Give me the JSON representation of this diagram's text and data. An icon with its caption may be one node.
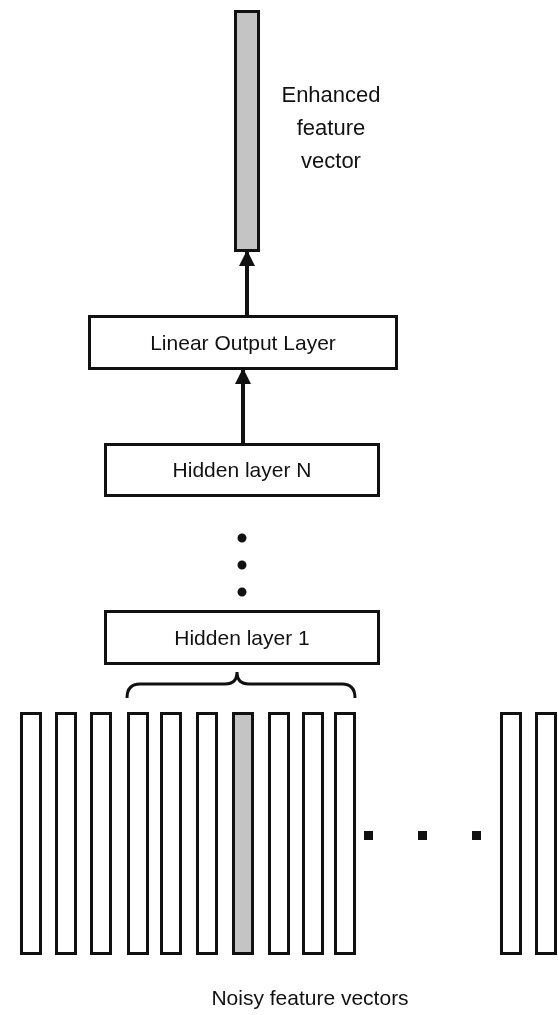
{
  "diagram": {
    "nodes": [
      {
        "text": [],
        "shape": "bar",
        "beside": [
          "Enhanced feature vector"
        ]
      },
      {
        "text": [
          "Linear Output Layer"
        ]
      },
      {
        "text": [
          "Hidden layer N"
        ]
      },
      {
        "text": [
          "Hidden layer 1"
        ]
      },
      {
        "text": [],
        "shape": "bar"
      },
      {
        "text": [],
        "shape": "bar"
      },
      {
        "text": [],
        "shape": "bar"
      },
      {
        "text": [],
        "shape": "bar"
      },
      {
        "text": [],
        "shape": "bar"
      },
      {
        "text": [],
        "shape": "bar"
      },
      {
        "text": [],
        "shape": "bar"
      },
      {
        "text": [],
        "shape": "bar"
      },
      {
        "text": [],
        "shape": "bar"
      },
      {
        "text": [],
        "shape": "bar"
      },
      {
        "text": [],
        "shape": "bar"
      },
      {
        "text": [],
        "shape": "bar"
      }
    ],
    "edges": [
      {
        "from": 1,
        "to": 0,
        "arrow": "to"
      },
      {
        "from": 2,
        "to": 1,
        "arrow": "to"
      },
      {
        "from": 3,
        "to": 2,
        "arrow": "none",
        "style": "dashed"
      }
    ],
    "labels": [
      "Noisy feature vectors"
    ]
  }
}
